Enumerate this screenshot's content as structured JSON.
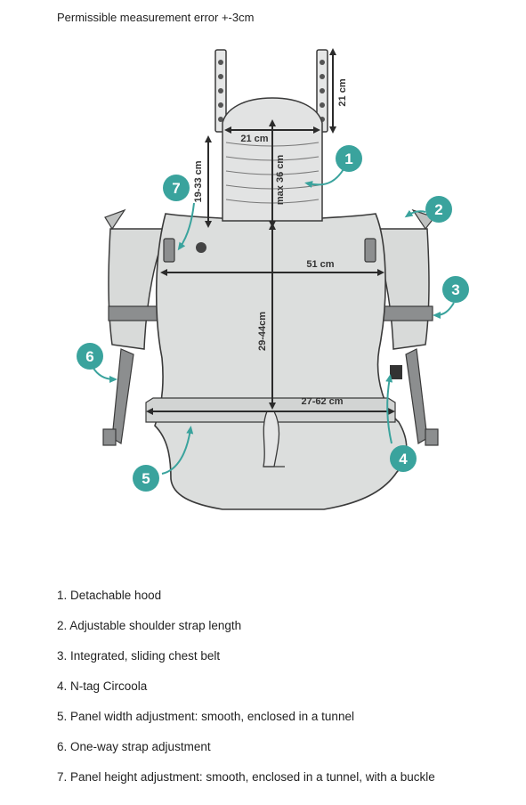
{
  "note": "Permissible measurement error +-3cm",
  "colors": {
    "accent": "#3aa39d",
    "panel": "#dcdedd",
    "outline": "#3a3a3a",
    "strap": "#8c8e8f",
    "arrow": "#2b2b2b"
  },
  "dimensions": {
    "strap_length": "21 cm",
    "hood_width": "21 cm",
    "hood_height": "max 36 cm",
    "panel_height_adjust": "19-33 cm",
    "panel_width": "51 cm",
    "panel_height": "29-44cm",
    "waist_width": "27-62 cm"
  },
  "markers": [
    "1",
    "2",
    "3",
    "4",
    "5",
    "6",
    "7"
  ],
  "legend": [
    "1. Detachable hood",
    "2. Adjustable shoulder strap length",
    "3. Integrated, sliding chest belt",
    "4. N-tag Circoola",
    "5. Panel width adjustment: smooth, enclosed in a tunnel",
    "6. One-way strap adjustment",
    "7. Panel height adjustment: smooth, enclosed in a tunnel, with a buckle"
  ]
}
